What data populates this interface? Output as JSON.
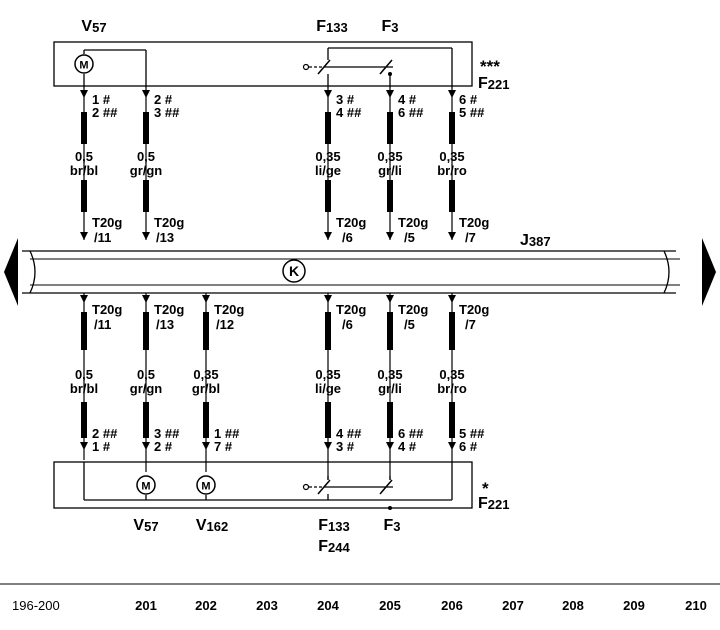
{
  "top_unit": {
    "components": [
      {
        "base": "V",
        "sub": "57"
      },
      {
        "base": "F",
        "sub": "133"
      },
      {
        "base": "F",
        "sub": "3"
      },
      {
        "base": "F",
        "sub": "221"
      }
    ],
    "marker": "***",
    "motor_icon": "M"
  },
  "bottom_unit": {
    "components": [
      {
        "base": "V",
        "sub": "57"
      },
      {
        "base": "V",
        "sub": "162"
      },
      {
        "base": "F",
        "sub": "133"
      },
      {
        "base": "F",
        "sub": "244"
      },
      {
        "base": "F",
        "sub": "3"
      },
      {
        "base": "F",
        "sub": "221"
      }
    ],
    "marker": "*",
    "motor_icon": "M"
  },
  "control_unit": {
    "base": "J",
    "sub": "387",
    "symbol": "K"
  },
  "top_wires": [
    {
      "pin1": "1 #",
      "pin2": "2 ##",
      "size": "0,5",
      "color": "br/bl",
      "conn1": "T20g",
      "conn2": "/11"
    },
    {
      "pin1": "2 #",
      "pin2": "3 ##",
      "size": "0,5",
      "color": "gr/gn",
      "conn1": "T20g",
      "conn2": "/13"
    },
    {
      "pin1": "3 #",
      "pin2": "4 ##",
      "size": "0,35",
      "color": "li/ge",
      "conn1": "T20g",
      "conn2": "/6"
    },
    {
      "pin1": "4 #",
      "pin2": "6 ##",
      "size": "0,35",
      "color": "gr/li",
      "conn1": "T20g",
      "conn2": "/5"
    },
    {
      "pin1": "6 #",
      "pin2": "5 ##",
      "size": "0,35",
      "color": "br/ro",
      "conn1": "T20g",
      "conn2": "/7"
    }
  ],
  "bottom_wires": [
    {
      "conn1": "T20g",
      "conn2": "/11",
      "size": "0,5",
      "color": "br/bl",
      "pin1": "2 ##",
      "pin2": "1 #"
    },
    {
      "conn1": "T20g",
      "conn2": "/13",
      "size": "0,5",
      "color": "gr/gn",
      "pin1": "3 ##",
      "pin2": "2 #"
    },
    {
      "conn1": "T20g",
      "conn2": "/12",
      "size": "0,35",
      "color": "gr/bl",
      "pin1": "1 ##",
      "pin2": "7 #"
    },
    {
      "conn1": "T20g",
      "conn2": "/6",
      "size": "0,35",
      "color": "li/ge",
      "pin1": "4 ##",
      "pin2": "3 #"
    },
    {
      "conn1": "T20g",
      "conn2": "/5",
      "size": "0,35",
      "color": "gr/li",
      "pin1": "6 ##",
      "pin2": "4 #"
    },
    {
      "conn1": "T20g",
      "conn2": "/7",
      "size": "0,35",
      "color": "br/ro",
      "pin1": "5 ##",
      "pin2": "6 #"
    }
  ],
  "scale": [
    "196-200",
    "201",
    "202",
    "203",
    "204",
    "205",
    "206",
    "207",
    "208",
    "209",
    "210"
  ]
}
